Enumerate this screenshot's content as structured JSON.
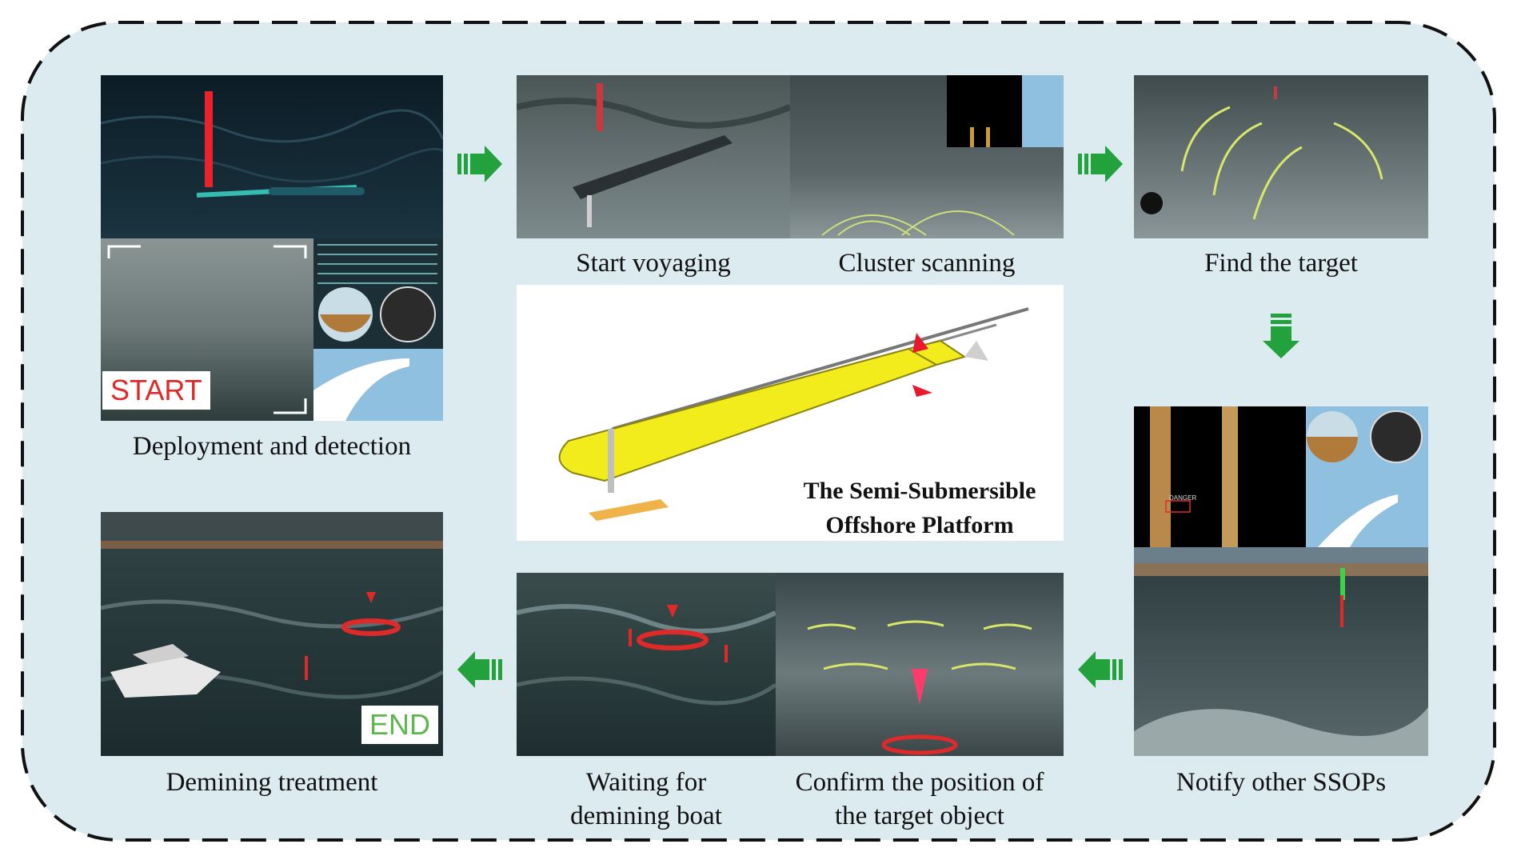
{
  "colors": {
    "background": "#dcebef",
    "border": "#111111",
    "arrow": "#22a13d",
    "start_text": "#e02a2a",
    "end_text": "#5cb84a",
    "platform_body": "#f2ec1c",
    "platform_fin": "#e8192c"
  },
  "steps": {
    "deployment": "Deployment and detection",
    "start_voyaging": "Start voyaging",
    "cluster_scanning": "Cluster scanning",
    "find_target": "Find the target",
    "notify": "Notify other SSOPs",
    "confirm_line1": "Confirm the position of",
    "confirm_line2": "the target object",
    "waiting_line1": "Waiting for",
    "waiting_line2": "demining boat",
    "demining": "Demining treatment"
  },
  "badges": {
    "start": "START",
    "end": "END"
  },
  "platform": {
    "line1": "The Semi-Submersible",
    "line2": "Offshore Platform"
  },
  "hud": {
    "danger_label": "DANGER"
  },
  "arrows": [
    {
      "direction": "right"
    },
    {
      "direction": "right"
    },
    {
      "direction": "down"
    },
    {
      "direction": "left"
    },
    {
      "direction": "left"
    }
  ]
}
